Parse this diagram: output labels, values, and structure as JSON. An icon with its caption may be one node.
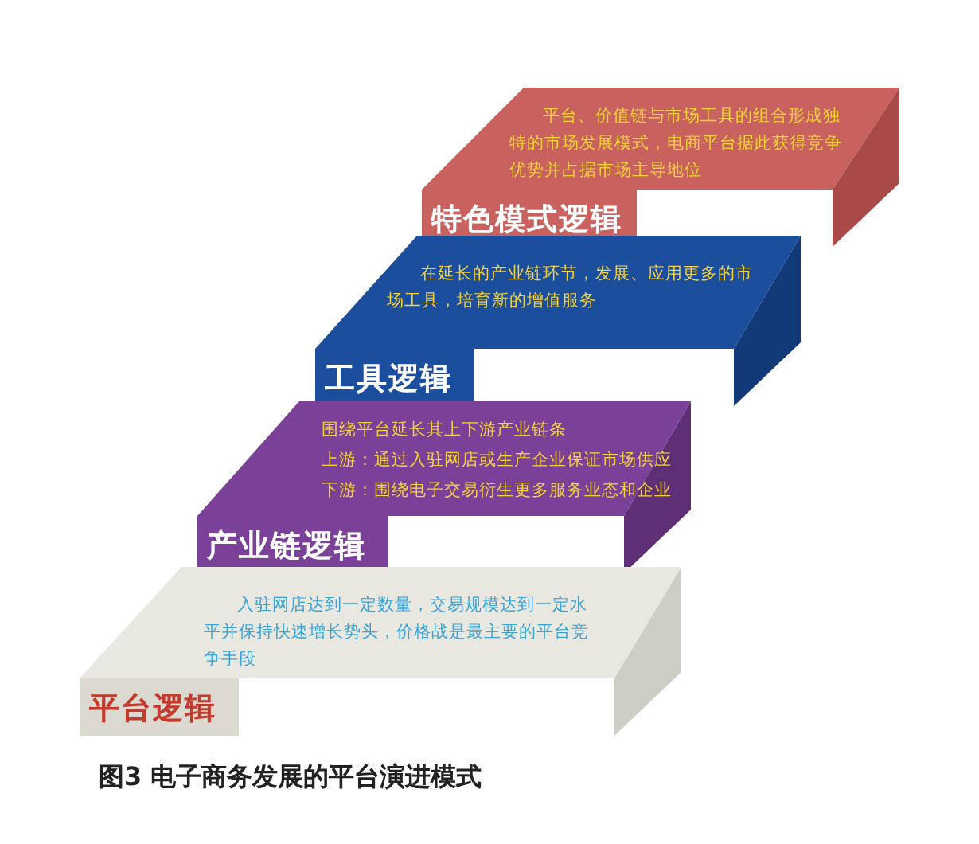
{
  "diagram": {
    "caption": "图3 电子商务发展的平台演进模式",
    "nodes": [
      {
        "text": [
          "平台、价值链与市场工具的组合形成独特的市场发展模式，电商平台据此获得竞争优势并占据市场主导地位",
          "特色模式逻辑"
        ]
      },
      {
        "text": [
          "在延长的产业链环节，发展、应用更多的市场工具，培育新的增值服务",
          "工具逻辑"
        ]
      },
      {
        "text": [
          "围绕平台延长其上下游产业链条",
          "上游：通过入驻网店或生产企业保证市场供应",
          "下游：围绕电子交易衍生更多服务业态和企业",
          "产业链逻辑"
        ]
      },
      {
        "text": [
          "入驻网店达到一定数量，交易规模达到一定水平并保持快速增长势头，价格战是最主要的平台竞争手段",
          "平台逻辑"
        ]
      }
    ]
  }
}
